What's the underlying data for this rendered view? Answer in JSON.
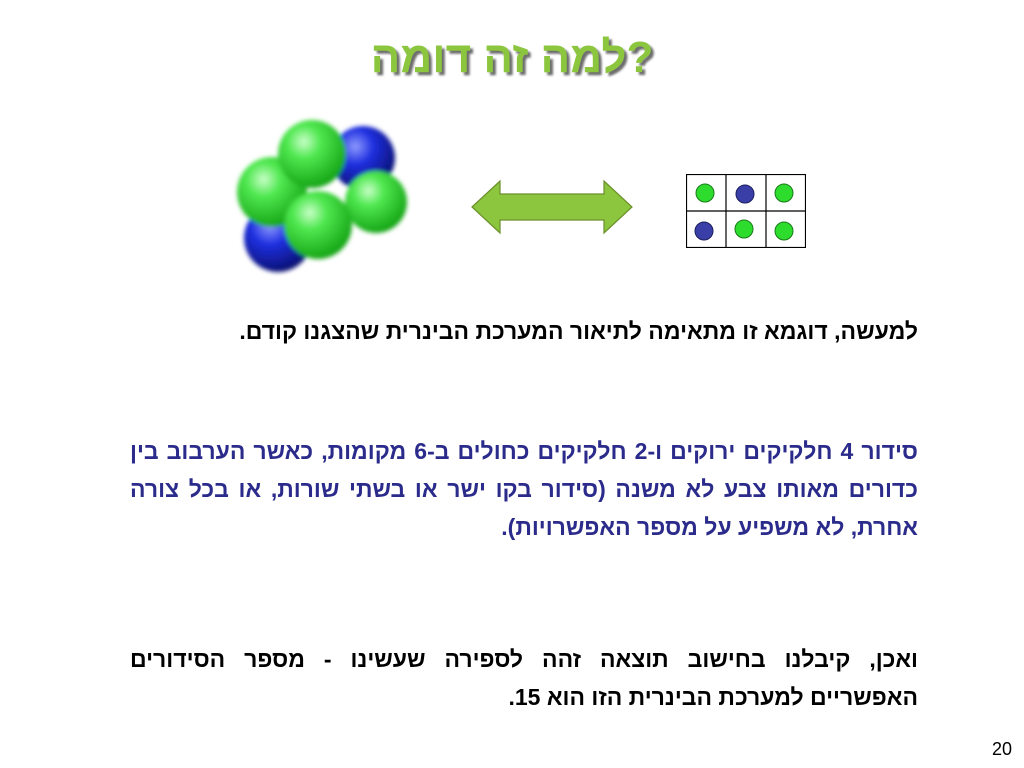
{
  "slide": {
    "title": "?למה זה דומה",
    "paragraph1": "למעשה, דוגמא זו מתאימה לתיאור המערכת הבינרית שהצגנו קודם.",
    "paragraph2": "סידור 4 חלקיקים ירוקים ו-2 חלקיקים כחולים ב-6 מקומות, כאשר הערבוב בין כדורים מאותו צבע לא משנה (סידור בקו ישר או בשתי שורות, או בכל צורה אחרת, לא משפיע על מספר האפשרויות).",
    "paragraph3": "ואכן, קיבלנו בחישוב תוצאה זהה לספירה שעשינו - מספר הסידורים האפשריים למערכת הבינרית הזו הוא 15.",
    "page_number": "20"
  },
  "colors": {
    "title_green": "#8CC63F",
    "particle_green": "#2DDC2D",
    "particle_blue": "#3A3FA8",
    "arrow_green": "#8CC63F",
    "body_blue": "#2B2B8C"
  },
  "illustration": {
    "grid_rows": [
      [
        "green",
        "blue",
        "green"
      ],
      [
        "blue",
        "green",
        "green"
      ]
    ],
    "cluster_colors": [
      "blue",
      "green",
      "blue",
      "green",
      "green",
      "green"
    ]
  }
}
